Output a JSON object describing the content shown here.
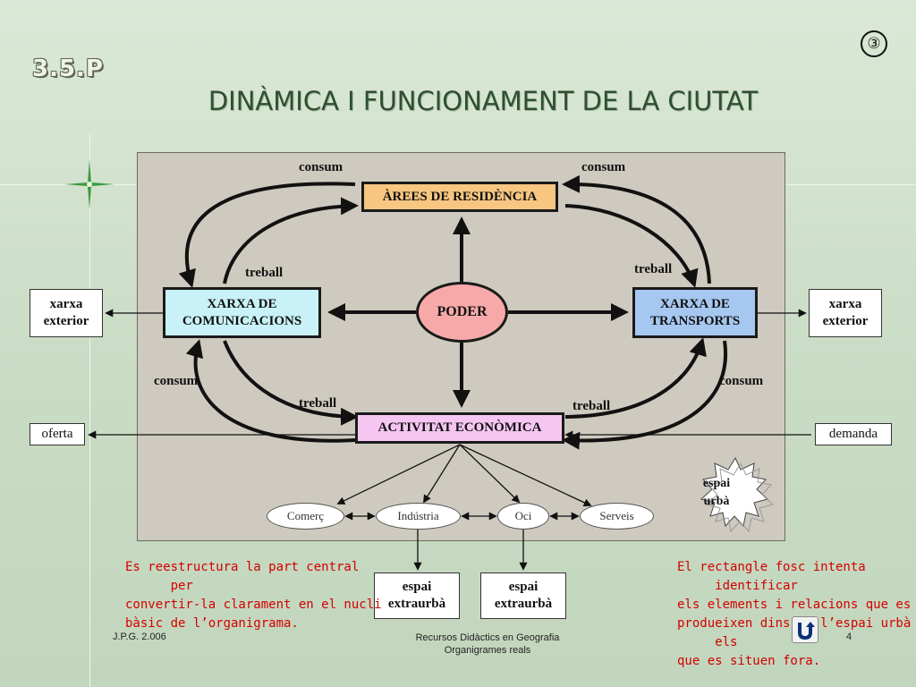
{
  "slide_code": "3.5.P",
  "slide_marker": "③",
  "title": "DINÀMICA I FUNCIONAMENT DE LA CIUTAT",
  "nodes": {
    "residencia": "ÀREES DE RESIDÈNCIA",
    "comunicacions": [
      "XARXA DE",
      "COMUNICACIONS"
    ],
    "poder": "PODER",
    "transports": [
      "XARXA DE",
      "TRANSPORTS"
    ],
    "activitat": "ACTIVITAT ECONÒMICA",
    "xarxa_exterior_left": [
      "xarxa",
      "exterior"
    ],
    "xarxa_exterior_right": [
      "xarxa",
      "exterior"
    ],
    "oferta": "oferta",
    "demanda": "demanda",
    "espai_urba": [
      "espai",
      "urbà"
    ],
    "espai_extraurba_1": [
      "espai",
      "extraurbà"
    ],
    "espai_extraurba_2": [
      "espai",
      "extraurbà"
    ]
  },
  "sectors": [
    "Comerç",
    "Indústria",
    "Oci",
    "Serveis"
  ],
  "edge_labels": {
    "consum_top_left": "consum",
    "consum_top_right": "consum",
    "treball_top_left": "treball",
    "treball_top_right": "treball",
    "consum_bottom_left": "consum",
    "consum_bottom_right": "consum",
    "treball_bottom_left": "treball",
    "treball_bottom_right": "treball"
  },
  "note_left": [
    "Es reestructura la part central",
    "      per",
    "convertir-la clarament en el nucli",
    "bàsic de l’organigrama."
  ],
  "note_right": [
    "El rectangle fosc intenta",
    "     identificar",
    "els elements i relacions que es",
    "produeixen dins de l’espai urbà i",
    "     els",
    "que es situen fora."
  ],
  "footer": {
    "author": "J.P.G. 2.006",
    "center_line1": "Recursos Didàctics en Geografia",
    "center_line2": "Organigrames reals",
    "page": "4"
  },
  "colors": {
    "title": "#2f4f2f",
    "residencia": "#f7c680",
    "comunicacions": "#c8f2f8",
    "transports": "#a6c8f0",
    "activitat": "#f6c6f2",
    "poder": "#f7a9a9",
    "panel": "#cfcabf",
    "note_text": "#d40000"
  },
  "icons": [
    "sparkle-icon",
    "return-nav-icon",
    "starburst-icon"
  ]
}
